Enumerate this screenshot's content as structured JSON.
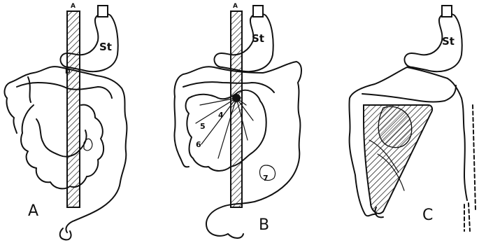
{
  "panels": [
    {
      "letter": "A",
      "aorta_label": "A",
      "stomach_label": "St",
      "duodenum_label": "D"
    },
    {
      "letter": "B",
      "aorta_label": "A",
      "stomach_label": "St",
      "numbers": [
        "4",
        "5",
        "6",
        "7"
      ]
    },
    {
      "letter": "C",
      "stomach_label": "St"
    }
  ]
}
